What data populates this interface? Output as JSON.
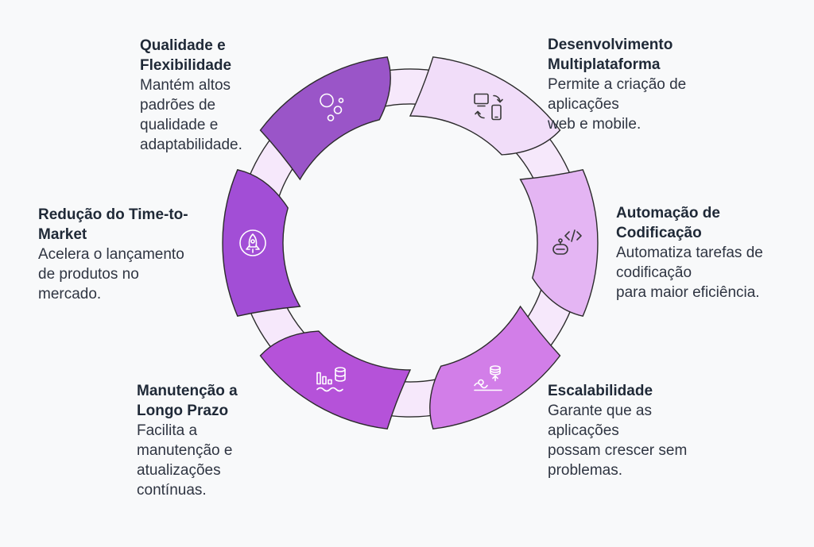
{
  "diagram": {
    "colors": {
      "connector_fill": "#f6e8fb",
      "connector_stroke": "#2b2b2b",
      "background": "#f8f9fa"
    },
    "segments": [
      {
        "key": "desenvolvimento",
        "title_lines": [
          "Desenvolvimento",
          "Multiplataforma"
        ],
        "desc_lines": [
          "Permite a criação de",
          "aplicações",
          "web e mobile."
        ],
        "icon": "devices-sync-icon",
        "color": "#f1ddf9"
      },
      {
        "key": "automacao",
        "title_lines": [
          "Automação de",
          "Codificação"
        ],
        "desc_lines": [
          "Automatiza tarefas de",
          "codificação",
          "para maior eficiência."
        ],
        "icon": "code-robot-icon",
        "color": "#e4b5f3"
      },
      {
        "key": "escalabilidade",
        "title_lines": [
          "Escalabilidade"
        ],
        "desc_lines": [
          "Garante que as",
          "aplicações",
          "possam crescer sem",
          "problemas."
        ],
        "icon": "scale-database-icon",
        "color": "#d27ee8"
      },
      {
        "key": "manutencao",
        "title_lines": [
          "Manutenção a",
          "Longo Prazo"
        ],
        "desc_lines": [
          "Facilita a",
          "manutenção e",
          "atualizações",
          "contínuas."
        ],
        "icon": "chart-database-icon",
        "color": "#b552d9"
      },
      {
        "key": "reducao",
        "title_lines": [
          "Redução do Time-to-",
          "Market"
        ],
        "desc_lines": [
          "Acelera o lançamento",
          "de produtos no",
          "mercado."
        ],
        "icon": "rocket-icon",
        "color": "#a24ed6"
      },
      {
        "key": "qualidade",
        "title_lines": [
          "Qualidade e",
          "Flexibilidade"
        ],
        "desc_lines": [
          "Mantém altos",
          "padrões de",
          "qualidade e",
          "adaptabilidade."
        ],
        "icon": "bubbles-icon",
        "color": "#9a55c8"
      }
    ]
  }
}
